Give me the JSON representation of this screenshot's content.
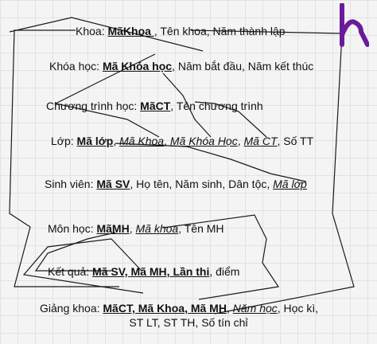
{
  "logo": {
    "glyph": "h",
    "color": "#6a1b9a"
  },
  "rows": [
    {
      "id": "khoa",
      "segments": [
        {
          "t": "Khoa: ",
          "s": "n"
        },
        {
          "t": "MãKhoa ",
          "s": "b"
        },
        {
          "t": ", Tên khoa, Năm thành lập",
          "s": "n"
        }
      ]
    },
    {
      "id": "khoahoc",
      "segments": [
        {
          "t": "Khóa học: ",
          "s": "n"
        },
        {
          "t": "Mã Khóa học",
          "s": "b"
        },
        {
          "t": ", Năm bắt đầu, Năm kết thúc",
          "s": "n"
        }
      ]
    },
    {
      "id": "chuongtrinh",
      "segments": [
        {
          "t": "Chương trình học: ",
          "s": "n"
        },
        {
          "t": "MãCT",
          "s": "b"
        },
        {
          "t": ", Tên chương trình",
          "s": "n"
        }
      ]
    },
    {
      "id": "lop",
      "segments": [
        {
          "t": "Lớp: ",
          "s": "n"
        },
        {
          "t": "Mã lớp",
          "s": "b"
        },
        {
          "t": ", ",
          "s": "n"
        },
        {
          "t": "Mã Khoa",
          "s": "i"
        },
        {
          "t": ", ",
          "s": "n"
        },
        {
          "t": "Mã Khóa Học",
          "s": "i"
        },
        {
          "t": ", ",
          "s": "n"
        },
        {
          "t": "Mã CT",
          "s": "i"
        },
        {
          "t": ", Số TT",
          "s": "n"
        }
      ]
    },
    {
      "id": "sinhvien",
      "segments": [
        {
          "t": "Sinh viên: ",
          "s": "n"
        },
        {
          "t": "Mã SV",
          "s": "b"
        },
        {
          "t": ", Họ tên, Năm sinh, Dân tộc, ",
          "s": "n"
        },
        {
          "t": "Mã lớp",
          "s": "i"
        }
      ]
    },
    {
      "id": "monhoc",
      "segments": [
        {
          "t": "Môn học: ",
          "s": "n"
        },
        {
          "t": "MãMH",
          "s": "b"
        },
        {
          "t": ", ",
          "s": "n"
        },
        {
          "t": "Mã khoa",
          "s": "i"
        },
        {
          "t": ", Tên MH",
          "s": "n"
        }
      ]
    },
    {
      "id": "ketqua",
      "segments": [
        {
          "t": "Kết quả: ",
          "s": "n"
        },
        {
          "t": "Mã SV, Mã MH, Lần thi",
          "s": "b"
        },
        {
          "t": ", điểm",
          "s": "n"
        }
      ]
    },
    {
      "id": "giangkhoa1",
      "segments": [
        {
          "t": "Giảng khoa: ",
          "s": "n"
        },
        {
          "t": "MãCT, Mã Khoa, Mã MH",
          "s": "b"
        },
        {
          "t": ", ",
          "s": "n"
        },
        {
          "t": "Năm học",
          "s": "i"
        },
        {
          "t": ", Học kì,",
          "s": "n"
        }
      ]
    },
    {
      "id": "giangkhoa2",
      "segments": [
        {
          "t": "ST LT, ST TH, Số tín chỉ",
          "s": "n"
        }
      ]
    }
  ]
}
